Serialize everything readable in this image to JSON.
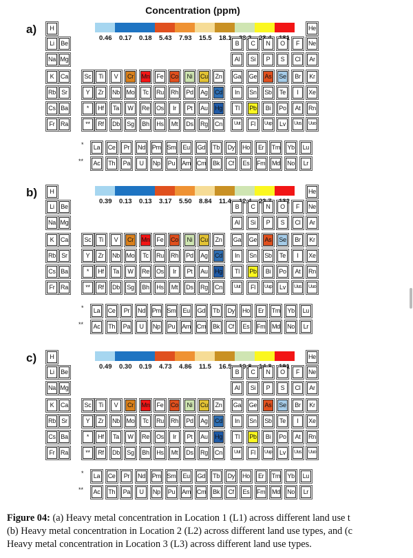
{
  "title": "Concentration (ppm)",
  "caption": {
    "bold": "Figure 04:",
    "line1": " (a) Heavy metal concentration in Location 1 (L1) across different land use t",
    "line2": "(b) Heavy metal concentration in Location 2 (L2) across different land use types, and (c",
    "line3": "Heavy metal concentration in Location 3 (L3) across different land use types."
  },
  "colors": {
    "light_blue": "#a6d6f0",
    "blue": "#1e74c2",
    "red_orange": "#e0501e",
    "orange": "#ef9233",
    "cream": "#f6dc96",
    "tan": "#c99124",
    "light_green": "#cfe5b2",
    "yellow": "#fbf720",
    "red": "#f21515",
    "steel_blue": "#2e6fb4",
    "dark_orange": "#d9801c",
    "pale_green": "#dde9c0",
    "mustard": "#e2c234",
    "dark_blue": "#1f5aa6",
    "pale_blue": "#a6cce8",
    "orange_red": "#e45a24",
    "deep_red": "#e01a1a"
  },
  "chart_data": [
    {
      "type": "heatmap",
      "panel": "a)",
      "legend_values": [
        "0.46",
        "0.17",
        "0.18",
        "5.43",
        "7.93",
        "15.5",
        "18.1",
        "23.2",
        "23.4",
        "181"
      ],
      "legend_colors": [
        "#a6d6f0",
        "#1e74c2",
        "#1e74c2",
        "#e0501e",
        "#ef9233",
        "#f6dc96",
        "#c99124",
        "#cfe5b2",
        "#fbf720",
        "#f21515"
      ],
      "highlighted": {
        "Cr": "#d9801c",
        "Mn": "#f21515",
        "Co": "#e0501e",
        "Ni": "#cfe5b2",
        "Cu": "#e2c234",
        "As": "#e0501e",
        "Se": "#a6cce8",
        "Cd": "#2e6fb4",
        "Hg": "#1f5aa6",
        "Pb": "#fbf720"
      }
    },
    {
      "type": "heatmap",
      "panel": "b)",
      "legend_values": [
        "0.39",
        "0.13",
        "0.13",
        "3.17",
        "5.50",
        "8.84",
        "11.4",
        "12.4",
        "22.7",
        "132"
      ],
      "legend_colors": [
        "#a6d6f0",
        "#1e74c2",
        "#1e74c2",
        "#e0501e",
        "#ef9233",
        "#f6dc96",
        "#c99124",
        "#cfe5b2",
        "#fbf720",
        "#f21515"
      ],
      "highlighted": {
        "Cr": "#d9801c",
        "Mn": "#f21515",
        "Co": "#e0501e",
        "Ni": "#cfe5b2",
        "Cu": "#e2c234",
        "As": "#e0501e",
        "Se": "#a6cce8",
        "Cd": "#2e6fb4",
        "Hg": "#1f5aa6",
        "Pb": "#fbf720"
      }
    },
    {
      "type": "heatmap",
      "panel": "c)",
      "legend_values": [
        "0.49",
        "0.30",
        "0.19",
        "4.73",
        "4.86",
        "11.5",
        "16.5",
        "19.8",
        "14.3",
        "191"
      ],
      "legend_colors": [
        "#a6d6f0",
        "#1e74c2",
        "#1e74c2",
        "#e0501e",
        "#ef9233",
        "#f6dc96",
        "#c99124",
        "#cfe5b2",
        "#fbf720",
        "#f21515"
      ],
      "highlighted": {
        "Cr": "#d9801c",
        "Mn": "#f21515",
        "Co": "#e0501e",
        "Ni": "#cfe5b2",
        "Cu": "#e2c234",
        "As": "#e0501e",
        "Se": "#a6cce8",
        "Cd": "#2e6fb4",
        "Hg": "#1f5aa6",
        "Pb": "#fbf720"
      }
    }
  ],
  "table": {
    "rows": [
      [
        "H",
        "",
        "",
        "",
        "",
        "",
        "",
        "",
        "",
        "",
        "",
        "",
        "",
        "",
        "",
        "",
        "",
        "He"
      ],
      [
        "Li",
        "Be",
        "",
        "",
        "",
        "",
        "",
        "",
        "",
        "",
        "",
        "",
        "B",
        "C",
        "N",
        "O",
        "F",
        "Ne"
      ],
      [
        "Na",
        "Mg",
        "",
        "",
        "",
        "",
        "",
        "",
        "",
        "",
        "",
        "",
        "Al",
        "Si",
        "P",
        "S",
        "Cl",
        "Ar"
      ],
      [
        "K",
        "Ca",
        "Sc",
        "Ti",
        "V",
        "Cr",
        "Mn",
        "Fe",
        "Co",
        "Ni",
        "Cu",
        "Zn",
        "Ga",
        "Ge",
        "As",
        "Se",
        "Br",
        "Kr"
      ],
      [
        "Rb",
        "Sr",
        "Y",
        "Zr",
        "Nb",
        "Mo",
        "Tc",
        "Ru",
        "Rh",
        "Pd",
        "Ag",
        "Cd",
        "In",
        "Sn",
        "Sb",
        "Te",
        "I",
        "Xe"
      ],
      [
        "Cs",
        "Ba",
        "*",
        "Hf",
        "Ta",
        "W",
        "Re",
        "Os",
        "Ir",
        "Pt",
        "Au",
        "Hg",
        "Tl",
        "Pb",
        "Bi",
        "Po",
        "At",
        "Rn"
      ],
      [
        "Fr",
        "Ra",
        "**",
        "Rf",
        "Db",
        "Sg",
        "Bh",
        "Hs",
        "Mt",
        "Ds",
        "Rg",
        "Cn",
        "Uut",
        "Fl",
        "Uup",
        "Lv",
        "Uus",
        "Uuo"
      ]
    ],
    "lanthanide_marker": "*",
    "actinide_marker": "**",
    "lanthanides": [
      "La",
      "Ce",
      "Pr",
      "Nd",
      "Pm",
      "Sm",
      "Eu",
      "Gd",
      "Tb",
      "Dy",
      "Ho",
      "Er",
      "Tm",
      "Yb",
      "Lu"
    ],
    "actinides": [
      "Ac",
      "Th",
      "Pa",
      "U",
      "Np",
      "Pu",
      "Am",
      "Cm",
      "Bk",
      "Cf",
      "Es",
      "Fm",
      "Md",
      "No",
      "Lr"
    ]
  }
}
